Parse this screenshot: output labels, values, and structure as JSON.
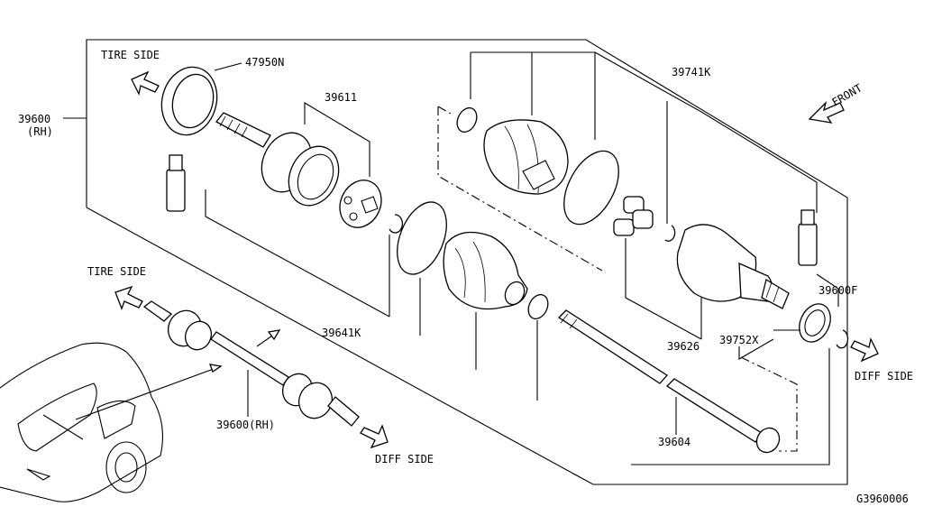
{
  "diagram_id": "G3960006",
  "directions": {
    "front": "FRONT",
    "tire_side_top": "TIRE SIDE",
    "tire_side_vehicle": "TIRE SIDE",
    "diff_side_right": "DIFF SIDE",
    "diff_side_vehicle": "DIFF SIDE"
  },
  "callouts": {
    "assembly_main": "39600",
    "assembly_main_sub": "(RH)",
    "bearing_seal": "47950N",
    "joint_kit_outer": "39611",
    "boot_kit_outer": "39641K",
    "boot_kit_inner": "39741K",
    "shaft": "39604",
    "dust_shield": "39600F",
    "housing": "39626",
    "snap_ring": "39752X",
    "assembly_vehicle": "39600(RH)"
  }
}
